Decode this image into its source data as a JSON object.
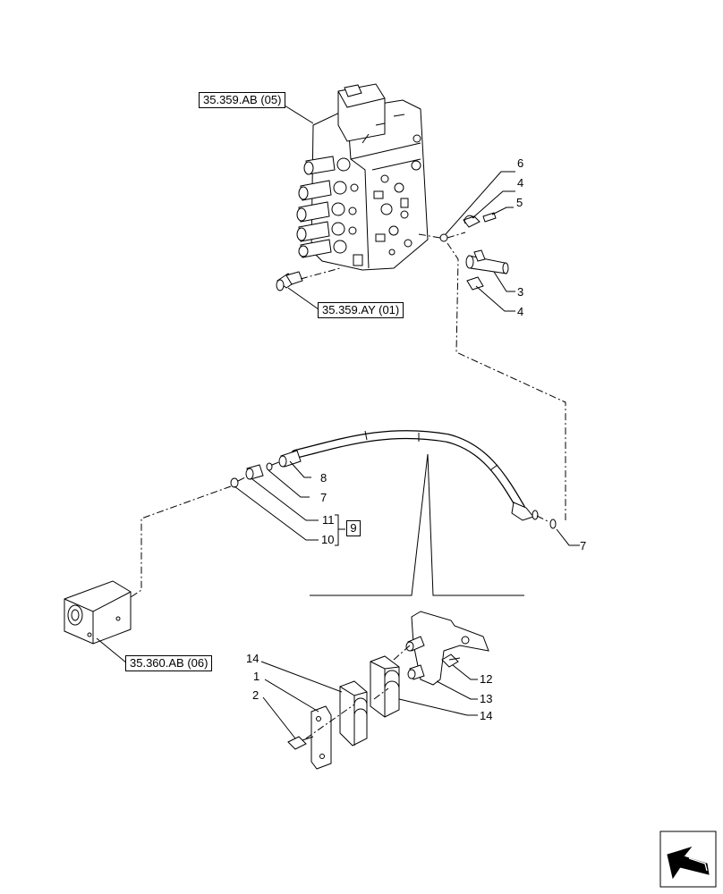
{
  "references": {
    "valve_block": "35.359.AB (05)",
    "fitting": "35.359.AY (01)",
    "block": "35.360.AB (06)"
  },
  "callouts": {
    "c6": "6",
    "c4a": "4",
    "c5": "5",
    "c3": "3",
    "c4b": "4",
    "c8": "8",
    "c7a": "7",
    "c11": "11",
    "c10": "10",
    "c9": "9",
    "c7b": "7",
    "c14a": "14",
    "c1": "1",
    "c2": "2",
    "c12": "12",
    "c13": "13",
    "c14b": "14"
  },
  "icons": {
    "nav": "arrow-back-icon"
  }
}
